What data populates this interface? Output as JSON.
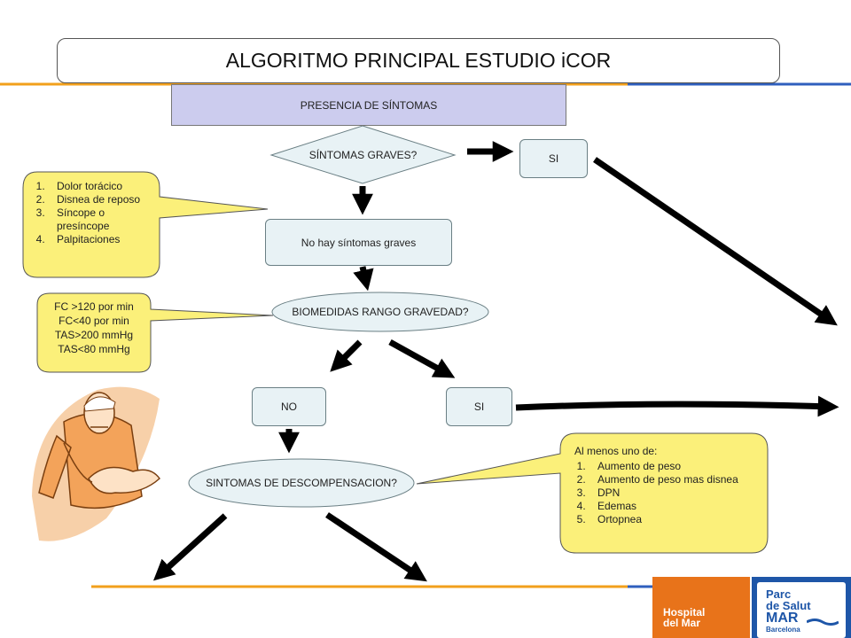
{
  "title": "ALGORITMO PRINCIPAL ESTUDIO iCOR",
  "band_label": "PRESENCIA DE SÍNTOMAS",
  "nodes": {
    "sintomas_graves": "SÍNTOMAS GRAVES?",
    "si_top": "SI",
    "no_graves": "No hay síntomas graves",
    "biomedidas": "BIOMEDIDAS RANGO GRAVEDAD?",
    "no": "NO",
    "si_mid": "SI",
    "descompensacion": "SINTOMAS DE DESCOMPENSACION?"
  },
  "callouts": {
    "symptoms": [
      "Dolor torácico",
      "Disnea de reposo",
      "Síncope o presíncope",
      "Palpitaciones"
    ],
    "vitals": [
      "FC >120 por min",
      "FC<40 por min",
      "TAS>200 mmHg",
      "TAS<80 mmHg"
    ],
    "decomp_lead": "Al menos uno de:",
    "decomp": [
      "Aumento de peso",
      "Aumento de peso mas disnea",
      "DPN",
      "Edemas",
      "Ortopnea"
    ]
  },
  "logos": {
    "hospital": [
      "Hospital",
      "del Mar"
    ],
    "parc": [
      "Parc",
      "de Salut",
      "MAR",
      "Barcelona"
    ]
  },
  "colors": {
    "accent_orange": "#f2a01c",
    "accent_blue": "#2f5fbe",
    "band": "#ccccee",
    "node_fill": "#e8f2f5",
    "callout_fill": "#fbf07a",
    "logo_orange": "#e8731a",
    "logo_blue": "#1e56a8"
  }
}
